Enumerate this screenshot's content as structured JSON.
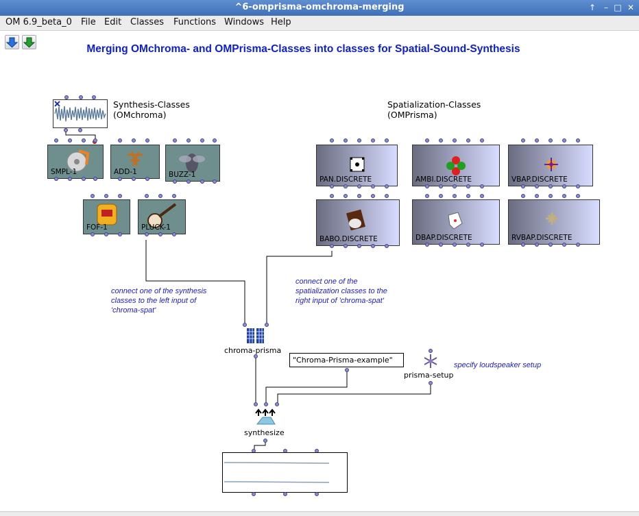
{
  "window": {
    "title": "^6-omprisma-omchroma-merging"
  },
  "menu": [
    "OM 6.9_beta_0",
    "File",
    "Edit",
    "Classes",
    "Functions",
    "Windows",
    "Help"
  ],
  "heading": "Merging OMchroma- and OMPrisma-Classes into classes for Spatial-Sound-Synthesis",
  "groups": {
    "synthesis": [
      "Synthesis-Classes",
      "(OMchroma)"
    ],
    "spatialization": [
      "Spatialization-Classes",
      "(OMPrisma)"
    ]
  },
  "synthesis_classes": [
    "SMPL-1",
    "ADD-1",
    "BUZZ-1",
    "FOF-1",
    "PLUCK-1"
  ],
  "spat_classes": [
    "PAN.DISCRETE",
    "AMBI.DISCRETE",
    "VBAP.DISCRETE",
    "BABO.DISCRETE",
    "DBAP.DISCRETE",
    "RVBAP.DISCRETE"
  ],
  "comments": {
    "left": [
      "connect one of the synthesis",
      "classes to the left input of",
      "'chroma-spat'"
    ],
    "right": [
      "connect one of the",
      "spatialization classes to the",
      "right input of 'chroma-spat'"
    ],
    "setup": "specify loudspeaker setup"
  },
  "functions": {
    "chroma_prisma": "chroma-prisma",
    "synthesize": "synthesize",
    "prisma_setup": "prisma-setup"
  },
  "text_value": "\"Chroma-Prisma-example\"",
  "colors": {
    "heading": "#1020c8",
    "comment": "#2020c0",
    "titlebar": "#4f7fc4"
  }
}
